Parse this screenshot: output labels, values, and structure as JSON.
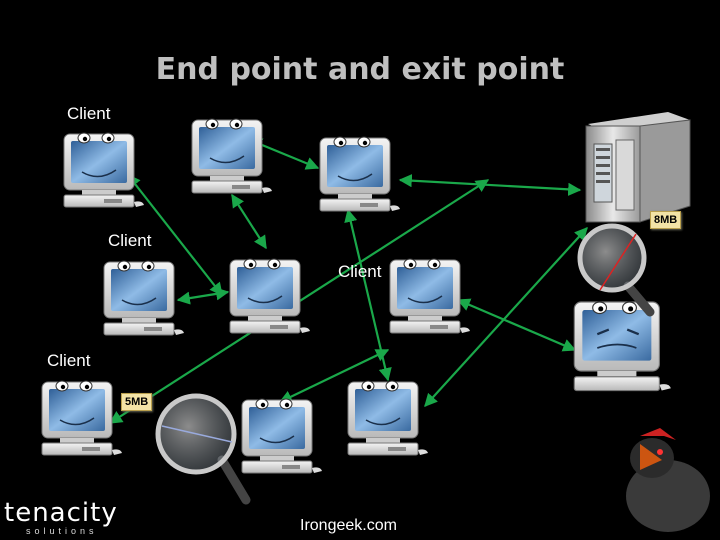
{
  "title": "End point and exit point",
  "labels": {
    "client_1": "Client",
    "client_2": "Client",
    "client_3": "Client",
    "client_4": "Client"
  },
  "tags": {
    "server": "8MB",
    "client": "5MB"
  },
  "footer": "Irongeek.com",
  "logo": {
    "name": "tenacity",
    "tagline": "solutions"
  },
  "colors": {
    "background": "#000000",
    "link": "#1aa84a",
    "title": "#bfbfbf",
    "tag": "#f3e3a6"
  },
  "icons": [
    "computer-icon",
    "server-icon",
    "magnifier-icon",
    "logo-icon"
  ]
}
